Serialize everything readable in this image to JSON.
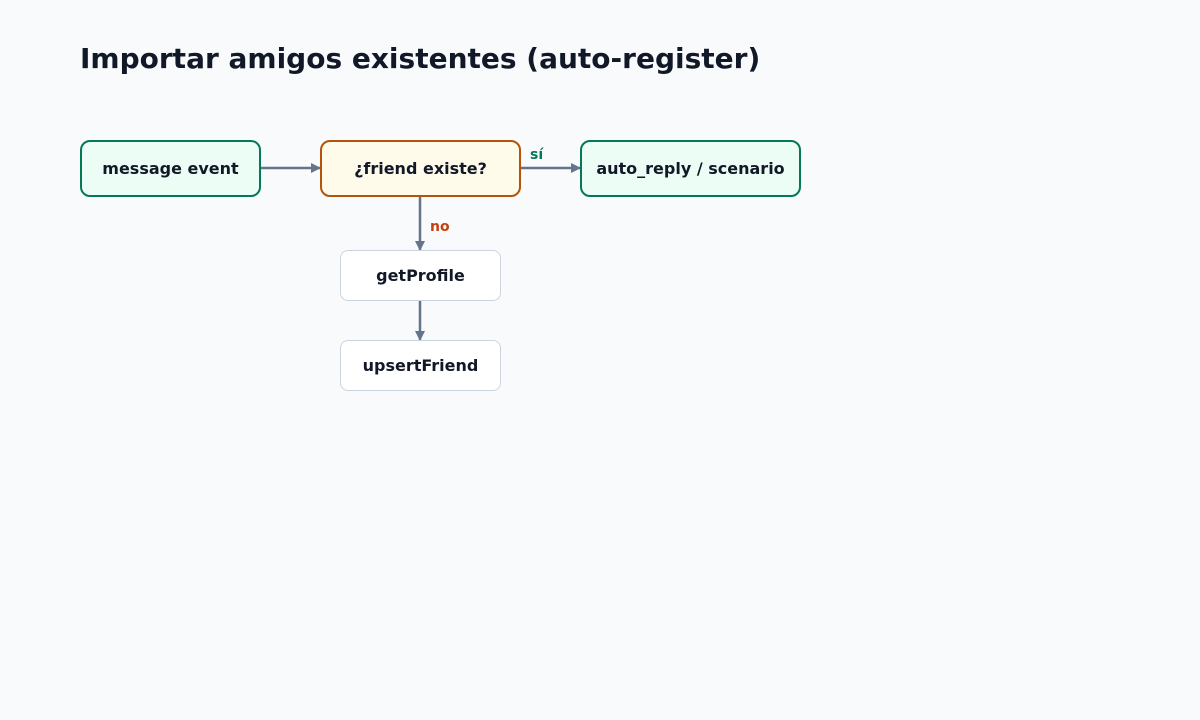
{
  "title": "Importar amigos existentes (auto-register)",
  "nodes": {
    "message_event": "message event",
    "friend_exists": "¿friend existe?",
    "auto_reply": "auto_reply / scenario",
    "get_profile": "getProfile",
    "upsert_friend": "upsertFriend"
  },
  "edges": {
    "yes_label": "sí",
    "no_label": "no"
  },
  "colors": {
    "background": "#f8fafc",
    "green_border": "#047857",
    "green_fill": "#ecfdf5",
    "amber_border": "#b45309",
    "amber_fill": "#fffbeb",
    "neutral_border": "#cbd5e1",
    "edge": "#64748b",
    "yes_label": "#047857",
    "no_label": "#c2410c"
  }
}
